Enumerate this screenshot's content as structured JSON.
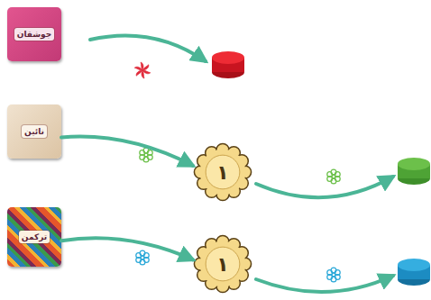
{
  "diagram": {
    "nodes": [
      {
        "text": [
          "جوشقان"
        ]
      },
      {
        "text": [
          "نائین"
        ]
      },
      {
        "text": [
          "۱"
        ]
      },
      {
        "text": [
          "ترکمن"
        ]
      },
      {
        "text": [
          "۱"
        ]
      }
    ],
    "edges": [
      {
        "from": 1,
        "to": 2,
        "arrow": "to"
      },
      {
        "from": 3,
        "to": 4,
        "arrow": "to"
      }
    ]
  }
}
